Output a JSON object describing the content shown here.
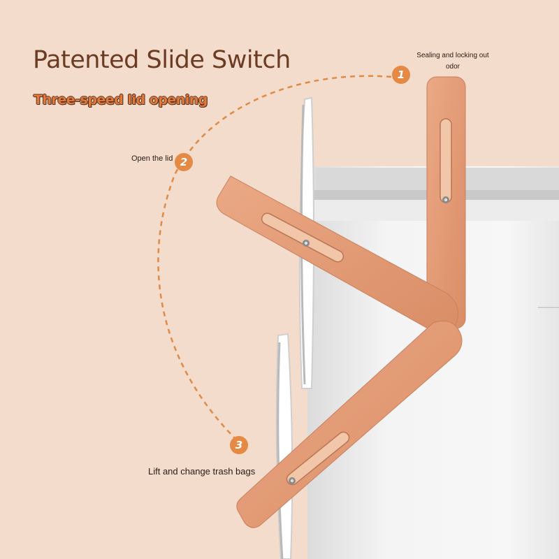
{
  "header": {
    "title": "Patented Slide Switch",
    "subtitle": "Three-speed lid opening"
  },
  "steps": [
    {
      "number": "1",
      "label": "Sealing and locking out odor"
    },
    {
      "number": "2",
      "label": "Open the lid"
    },
    {
      "number": "3",
      "label": "Lift and change trash bags"
    }
  ],
  "colors": {
    "background": "#f3dccb",
    "title": "#6b3b24",
    "accent": "#e58a45",
    "bar": "#e39a72",
    "bin": "#f1f1f1"
  }
}
